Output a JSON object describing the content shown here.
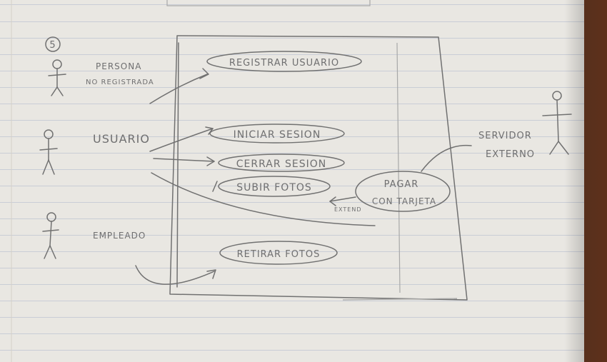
{
  "diagram": {
    "number": "5",
    "actors": [
      {
        "id": "persona",
        "lines": [
          "PERSONA",
          "NO REGISTRADA"
        ]
      },
      {
        "id": "usuario",
        "lines": [
          "USUARIO"
        ]
      },
      {
        "id": "empleado",
        "lines": [
          "EMPLEADO"
        ]
      },
      {
        "id": "servidor",
        "lines": [
          "SERVIDOR",
          "EXTERNO"
        ]
      }
    ],
    "use_cases": [
      {
        "id": "registrar",
        "label": "REGISTRAR USUARIO"
      },
      {
        "id": "iniciar",
        "label": "INICIAR SESION"
      },
      {
        "id": "cerrar",
        "label": "CERRAR SESION"
      },
      {
        "id": "subir",
        "label": "SUBIR FOTOS"
      },
      {
        "id": "pagar",
        "lines": [
          "PAGAR",
          "CON TARJETA"
        ]
      },
      {
        "id": "retirar",
        "label": "RETIRAR FOTOS"
      }
    ],
    "relation_label": "EXTEND"
  }
}
